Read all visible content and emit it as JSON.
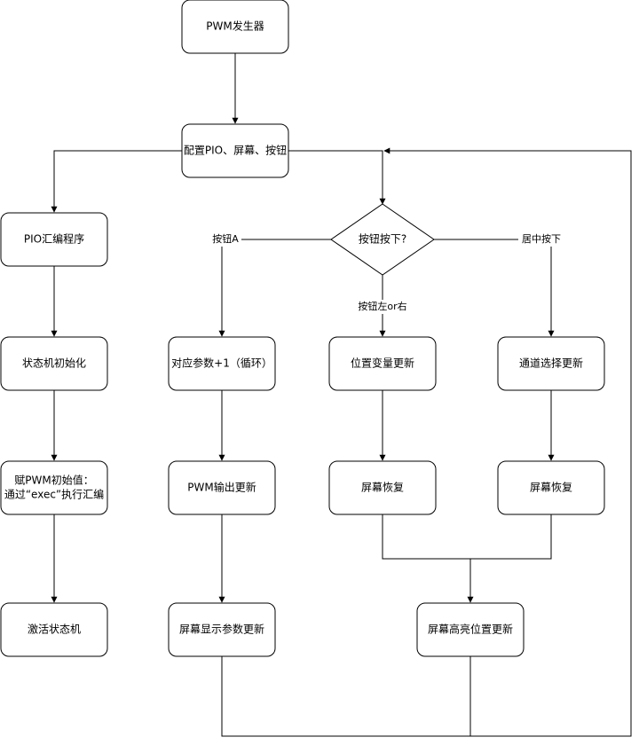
{
  "nodes": {
    "pwm_generator": "PWM发生器",
    "config": "配置PIO、屏幕、按钮",
    "pio_asm": "PIO汇编程序",
    "sm_init": "状态机初始化",
    "assign_pwm_line1": "赋PWM初始值：",
    "assign_pwm_line2": "通过“exec”执行汇编",
    "activate_sm": "激活状态机",
    "decision": "按钮按下?",
    "param_inc": "对应参数+1（循环）",
    "pwm_output_update": "PWM输出更新",
    "screen_param_update": "屏幕显示参数更新",
    "pos_var_update": "位置变量更新",
    "screen_restore_1": "屏幕恢复",
    "channel_select_update": "通道选择更新",
    "screen_restore_2": "屏幕恢复",
    "screen_highlight_update": "屏幕高亮位置更新"
  },
  "edge_labels": {
    "button_a": "按钮A",
    "button_left_right": "按钮左or右",
    "center_press": "居中按下"
  },
  "colors": {
    "stroke": "#000000",
    "fill": "#ffffff"
  }
}
